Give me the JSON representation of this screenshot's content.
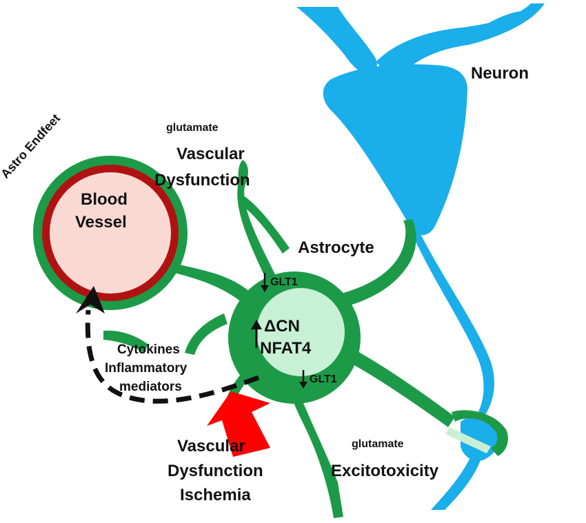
{
  "labels": {
    "neuron": "Neuron",
    "glutamate_top": "glutamate",
    "vascular_dysfunction_top_1": "Vascular",
    "vascular_dysfunction_top_2": "Dysfunction",
    "astro_endfeet": "Astro Endfeet",
    "blood_vessel_1": "Blood",
    "blood_vessel_2": "Vessel",
    "astrocyte": "Astrocyte",
    "glt1_upper": "GLT1",
    "cn": "ΔCN",
    "nfat4": "NFAT4",
    "glt1_lower": "GLT1",
    "cytokines": "Cytokines",
    "inflammatory": "Inflammatory",
    "mediators": "mediators",
    "glutamate_bottom": "glutamate",
    "excitotoxicity": "Excitotoxicity",
    "vascular_bottom_1": "Vascular",
    "vascular_bottom_2": "Dysfunction",
    "ischemia": "Ischemia"
  },
  "colors": {
    "neuron": "#1aaeea",
    "astrocyte": "#1d9a48",
    "astrocyte_nucleus": "#c8f0d4",
    "vessel_wall": "#b01212",
    "vessel_lumen": "#fad9d3",
    "stimulus_arrow": "#ff0000",
    "dashed_arrow": "#111111"
  }
}
